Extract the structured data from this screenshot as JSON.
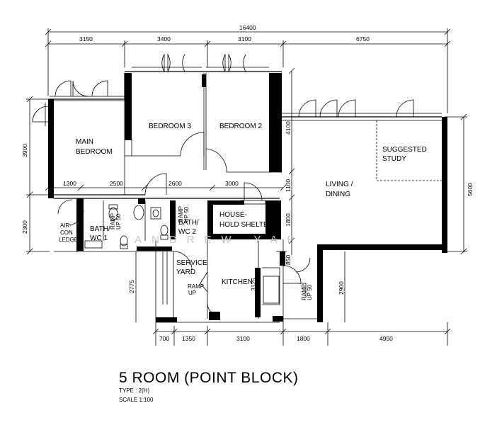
{
  "plan": {
    "title": "5 ROOM (POINT BLOCK)",
    "type": "TYPE : 2(H)",
    "scale": "SCALE   1:100",
    "watermark": "ANDREW YAP"
  },
  "rooms": {
    "main_bedroom": [
      "MAIN",
      "BEDROOM"
    ],
    "bedroom3": "BEDROOM 3",
    "bedroom2": "BEDROOM 2",
    "suggested_study": [
      "SUGGESTED",
      "STUDY"
    ],
    "living_dining": [
      "LIVING /",
      "DINING"
    ],
    "aircon_ledge": [
      "AIR-",
      "CON",
      "LEDGE"
    ],
    "bath_wc1": [
      "BATH/",
      "WC 1"
    ],
    "bath_wc2": [
      "BATH/",
      "WC 2"
    ],
    "household_shelter": [
      "HOUSE-",
      "HOLD SHELTER"
    ],
    "service_yard": [
      "SERVICE",
      "YARD"
    ],
    "kitchen": "KITCHEN"
  },
  "ramps": {
    "bath1": [
      "RAMP",
      "UP 50"
    ],
    "bath2": [
      "RAMP",
      "UP 50"
    ],
    "yard": [
      "RAMP",
      "UP"
    ],
    "entrance": [
      "RAMP",
      "UP 50"
    ]
  },
  "dimensions": {
    "overall_width": "16400",
    "top_segments": [
      "3150",
      "3400",
      "3100",
      "6750"
    ],
    "inner_row": [
      "1300",
      "2500",
      "2600",
      "3000"
    ],
    "bottom_segments": [
      "700",
      "1350",
      "3100",
      "1800",
      "4950"
    ],
    "left": [
      "3900",
      "2300"
    ],
    "right": "5600",
    "bed_height": "4100",
    "corridor": "1100",
    "shelter": "1800",
    "kitchen_len": "3125",
    "yard_len": "2775",
    "entrance_width": "850",
    "entrance_depth": "2900"
  }
}
